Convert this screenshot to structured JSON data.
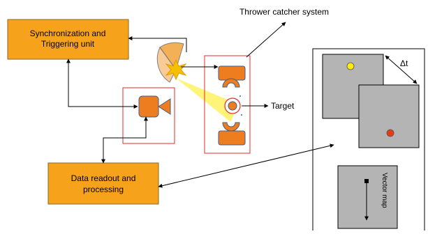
{
  "labels": {
    "sync_line1": "Synchronization and",
    "sync_line2": "Triggering unit",
    "readout_line1": "Data readout and",
    "readout_line2": "processing",
    "system_title": "Thrower catcher system",
    "target": "Target",
    "delta_t": "Δt",
    "vector_map": "Vector map"
  },
  "colors": {
    "unit_fill": "#f7a21b",
    "unit_stroke": "#8a6a2a",
    "part_orange": "#ee7d20",
    "part_stroke": "#3f5e86",
    "frame_red": "#e62b2b",
    "panel_gray": "#b4b4b4",
    "light_beam": "#fff36b",
    "particle_yellow": "#ffee00",
    "particle_red": "#e73b16"
  }
}
